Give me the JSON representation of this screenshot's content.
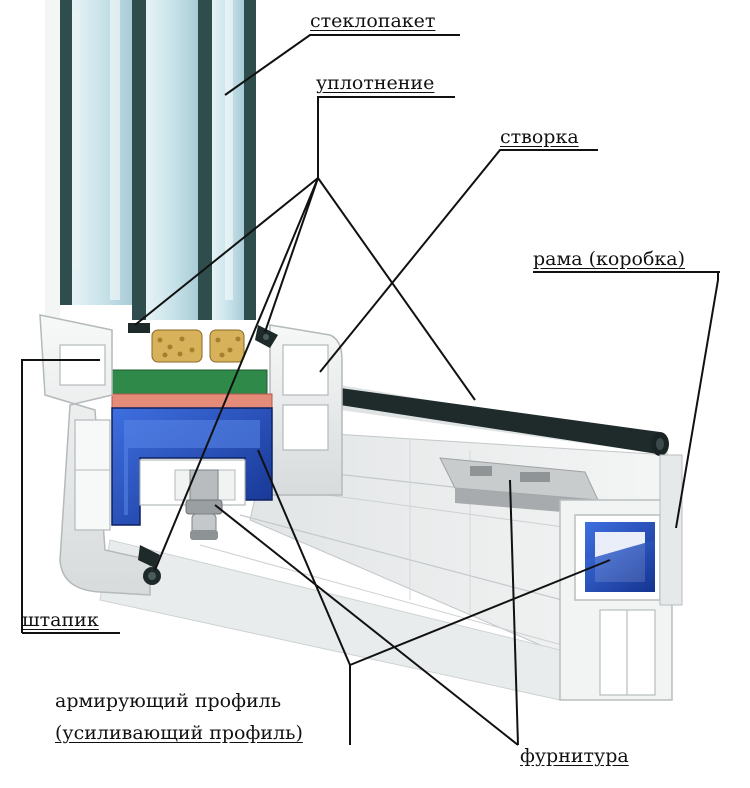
{
  "labels": {
    "glass_unit": "стеклопакет",
    "seal": "уплотнение",
    "sash": "створка",
    "frame": "рама (коробка)",
    "glazing_bead": "штапик",
    "reinforcing_profile_line1": "армирующий профиль",
    "reinforcing_profile_line2": "(усиливающий профиль)",
    "hardware": "фурнитура"
  },
  "colors": {
    "pvc": "#eef0f0",
    "pvc_shadow": "#c9cdcf",
    "glass": "#cfe6ee",
    "glass_spacer_frame": "#2f4d4d",
    "seal_black": "#1e2a2a",
    "reinforcement": "#1f45a8",
    "reinforcement_dark": "#10286e",
    "spacer_fill": "#d8b25a",
    "green_block": "#2f8a4a",
    "salmon_block": "#e48b7a",
    "leader_line": "#111111"
  }
}
